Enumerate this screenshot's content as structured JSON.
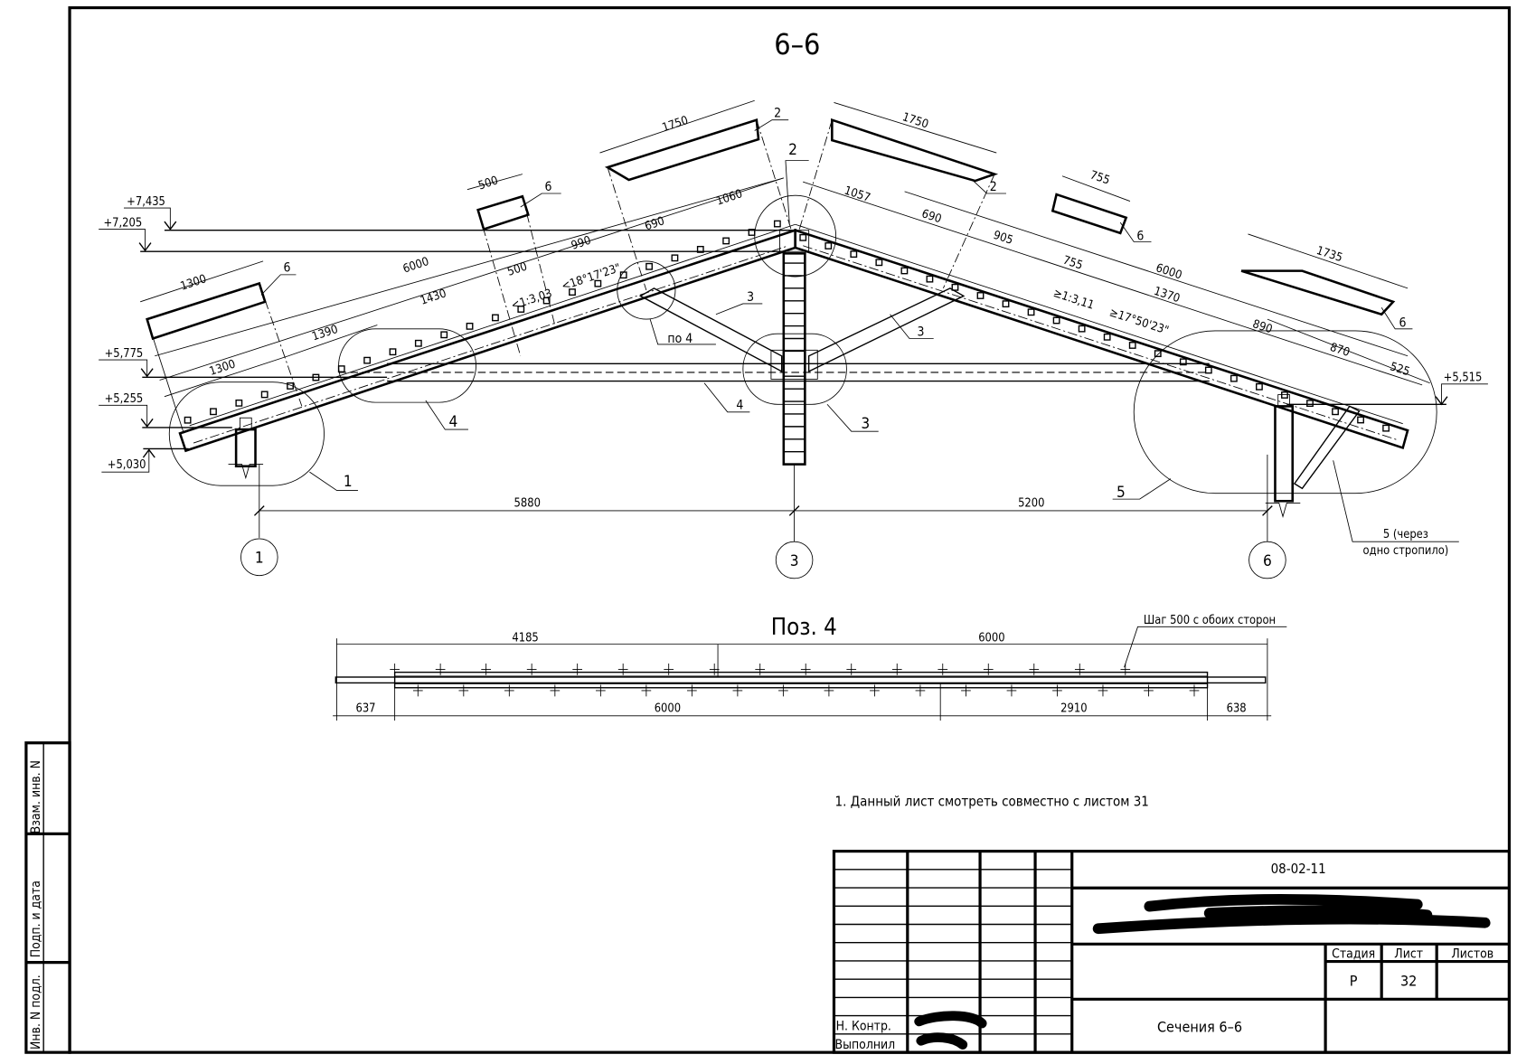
{
  "drawing": {
    "section_title": "6–6",
    "levels": [
      "+7,435",
      "+7,205",
      "+5,775",
      "+5,255",
      "+5,030",
      "+5,515"
    ],
    "left_dims": {
      "piece_1300": "1300",
      "overall_6000": "6000",
      "d1430": "1430",
      "d1390": "1390",
      "d1300": "1300",
      "piece_500": "500",
      "d500": "500",
      "d990": "990",
      "d690": "690",
      "d1060": "1060",
      "piece_1750": "1750",
      "slope": "<1:3,03",
      "angle": "<18°17'23\""
    },
    "right_dims": {
      "piece_1750": "1750",
      "d1057": "1057",
      "d690": "690",
      "d905": "905",
      "d755": "755",
      "piece_755": "755",
      "overall_6000": "6000",
      "d1370": "1370",
      "piece_1735": "1735",
      "d890": "890",
      "d870": "870",
      "d525": "525",
      "slope": "≥1:3,11",
      "angle": "≥17°50'23\""
    },
    "leaders": {
      "l6a": "6",
      "l2a": "2",
      "l2b": "2",
      "l2c": "2",
      "l6b": "6",
      "l6c": "6",
      "l6d": "6",
      "l3a": "3",
      "l3b": "3",
      "l3c": "3",
      "l4a": "4",
      "l4b": "4",
      "l1": "1",
      "l5": "5",
      "po4": "по 4",
      "l5note_1": "5 (через",
      "l5note_2": "одно стропило)"
    },
    "axes": {
      "a1": "1",
      "a3": "3",
      "a6": "6",
      "span_left": "5880",
      "span_right": "5200"
    },
    "pos4": {
      "title": "Поз. 4",
      "top_dims": [
        "4185",
        "6000"
      ],
      "bottom_dims": [
        "637",
        "6000",
        "2910",
        "638"
      ],
      "note": "Шаг 500 с обоих сторон"
    },
    "note": "1. Данный лист смотреть совместно с листом 31"
  },
  "side_strip": [
    "Взам. инв. N",
    "Подп. и дата",
    "Инв. N подл."
  ],
  "title_block": {
    "code": "08-02-11",
    "headers": [
      "Стадия",
      "Лист",
      "Листов"
    ],
    "stage": "Р",
    "sheet": "32",
    "sheets": "",
    "sheet_title": "Сечения 6–6",
    "roles": [
      "Н. Контр.",
      "Выполнил"
    ]
  }
}
